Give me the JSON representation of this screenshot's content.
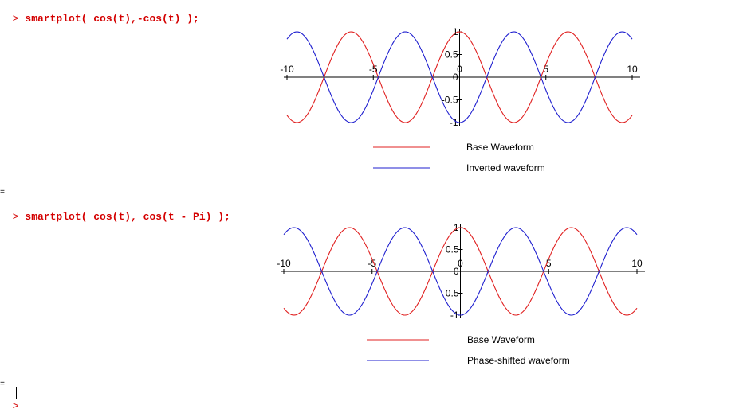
{
  "worksheet": {
    "prompt_symbol": ">",
    "separator_symbol": "=",
    "commands": [
      {
        "input": "smartplot( cos(t),-cos(t) );"
      },
      {
        "input": "smartplot( cos(t), cos(t - Pi) );"
      }
    ],
    "empty_prompt": ">"
  },
  "chart_data": [
    {
      "type": "line",
      "function_domain": [
        -10,
        10
      ],
      "xlim": [
        -10,
        10
      ],
      "ylim": [
        -1,
        1
      ],
      "x_ticks": [
        -10,
        -5,
        0,
        5,
        10
      ],
      "y_ticks": [
        -1,
        -0.5,
        0,
        0.5,
        1
      ],
      "grid": false,
      "legend_position": "bottom",
      "series": [
        {
          "name": "Base Waveform",
          "expression": "cos(t)",
          "color": "#e02020"
        },
        {
          "name": "Inverted waveform",
          "expression": "-cos(t)",
          "color": "#1f1fcf"
        }
      ]
    },
    {
      "type": "line",
      "function_domain": [
        -10,
        10
      ],
      "xlim": [
        -10,
        10
      ],
      "ylim": [
        -1,
        1
      ],
      "x_ticks": [
        -10,
        -5,
        0,
        5,
        10
      ],
      "y_ticks": [
        -1,
        -0.5,
        0,
        0.5,
        1
      ],
      "grid": false,
      "legend_position": "bottom",
      "series": [
        {
          "name": "Base Waveform",
          "expression": "cos(t)",
          "color": "#e02020"
        },
        {
          "name": "Phase-shifted waveform",
          "expression": "cos(t - Pi)",
          "color": "#1f1fcf"
        }
      ]
    }
  ]
}
